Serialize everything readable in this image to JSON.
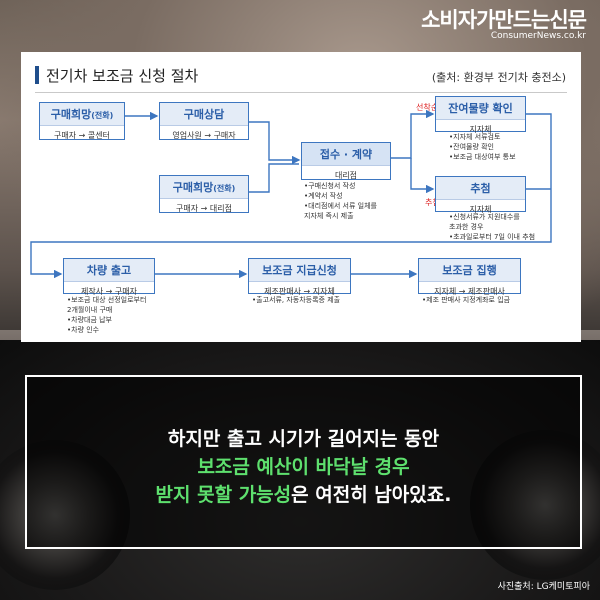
{
  "logo": {
    "text": "소비자가만드는신문",
    "url": "ConsumerNews.co.kr"
  },
  "panel": {
    "title": "전기차 보조금 신청 절차",
    "source": "(출처: 환경부 전기차 충전소)"
  },
  "flow": {
    "purchase_hope_phone": {
      "title": "구매희망",
      "title_small": "(전화)",
      "sub": "구매자 → 콜센터"
    },
    "purchase_consult": {
      "title": "구매상담",
      "sub": "영업사원 → 구매자"
    },
    "purchase_hope_visit": {
      "title": "구매희망",
      "title_small": "(전화)",
      "sub": "구매자 → 대리점"
    },
    "reception": {
      "title": "접수 · 계약",
      "sub": "대리점",
      "notes": [
        "•구매신청서 작성",
        "•계약서 작성",
        "•대리점에서 서류 일체를",
        "  지자체 즉시 제출"
      ]
    },
    "budget_check": {
      "tag": "선착순",
      "title": "잔여물량 확인",
      "sub": "지자체",
      "notes": [
        "•지자체 서류검토",
        "•잔여물량 확인",
        "•보조금 대상여부 통보"
      ]
    },
    "lottery": {
      "tag": "추첨",
      "title": "추첨",
      "sub": "지자체",
      "notes": [
        "•신청서류가 지원대수를",
        "  초과한 경우",
        "•초과일로부터 7일 이내 추첨"
      ]
    },
    "vehicle_release": {
      "title": "차량 출고",
      "sub": "제작사 → 구매자",
      "notes": [
        "•보조금 대상 선정일로부터",
        "  2개월이내 구매",
        "•차량대금 납부",
        "•차량 인수"
      ]
    },
    "subsidy_request": {
      "title": "보조금 지급신청",
      "sub": "제조판매사 → 지자체",
      "notes": [
        "•출고서류, 자동차등록증 제출"
      ]
    },
    "subsidy_execution": {
      "title": "보조금 집행",
      "sub": "지자체 → 제조판매사",
      "notes": [
        "•제조 판매사 지정계좌로 입금"
      ]
    }
  },
  "caption": {
    "line1": "하지만 출고 시기가 길어지는 동안",
    "line2": "보조금 예산이 바닥날 경우",
    "line3_highlight": "받지 못할 가능성",
    "line3_rest": "은 여전히 남아있죠."
  },
  "credit": "사진출처: LG케미토피아"
}
